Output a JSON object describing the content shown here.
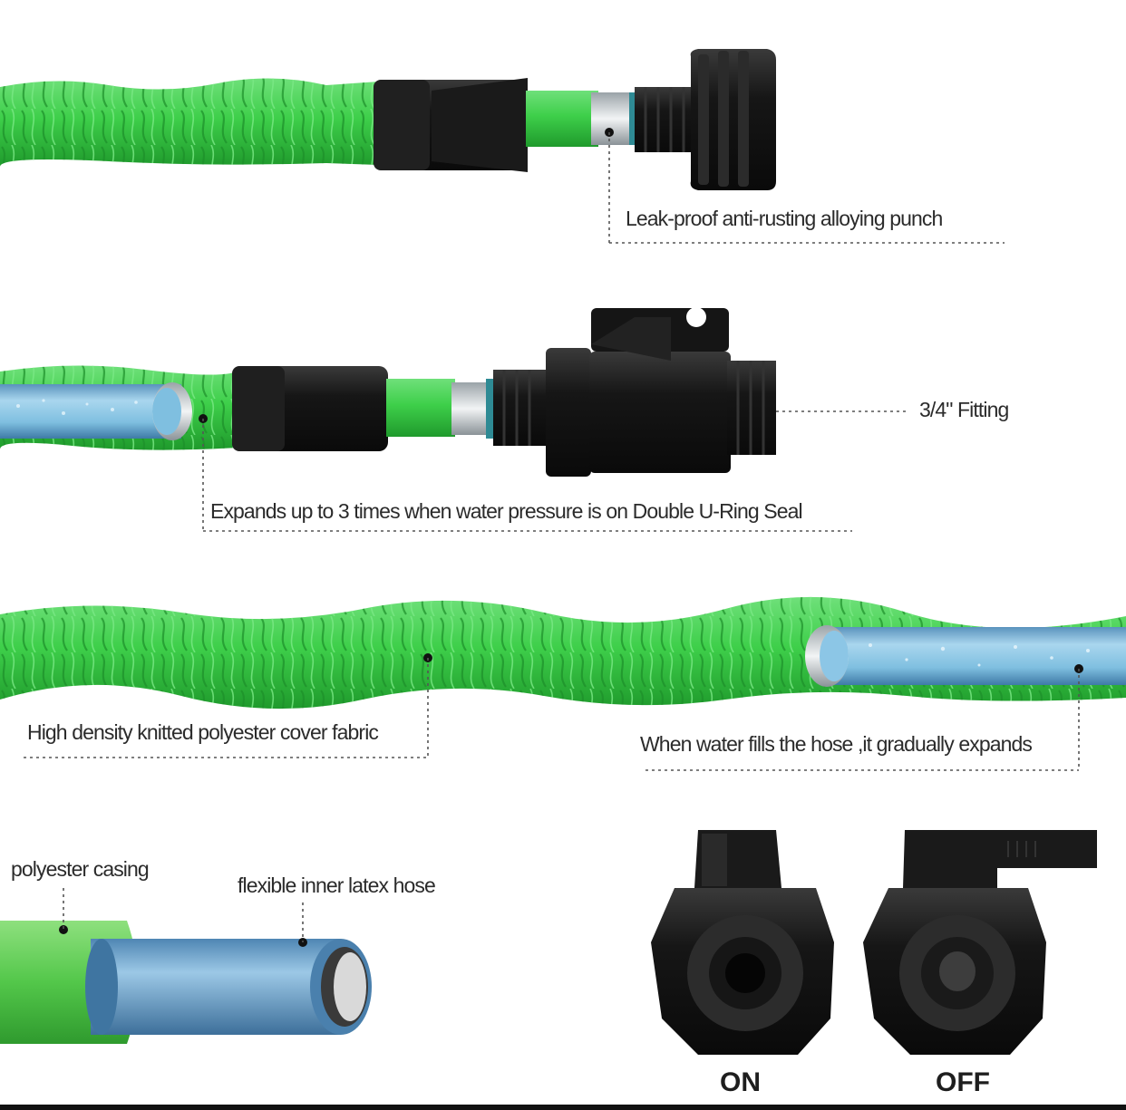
{
  "labels": {
    "punch": "Leak-proof anti-rusting alloying punch",
    "fitting": "3/4\" Fitting",
    "expands": "Expands up to 3 times when water pressure is on Double U-Ring Seal",
    "fabric": "High density knitted polyester cover fabric",
    "water_fills": "When water fills the hose ,it gradually expands",
    "casing": "polyester casing",
    "inner_hose": "flexible inner latex hose",
    "on": "ON",
    "off": "OFF"
  },
  "colors": {
    "hose_green": "#3ecf4a",
    "fabric_shadow": "#1f9a2c",
    "inner_tube_blue": "#8cc6e6",
    "connector_black": "#1a1a1a",
    "dotted_line": "#555555"
  }
}
